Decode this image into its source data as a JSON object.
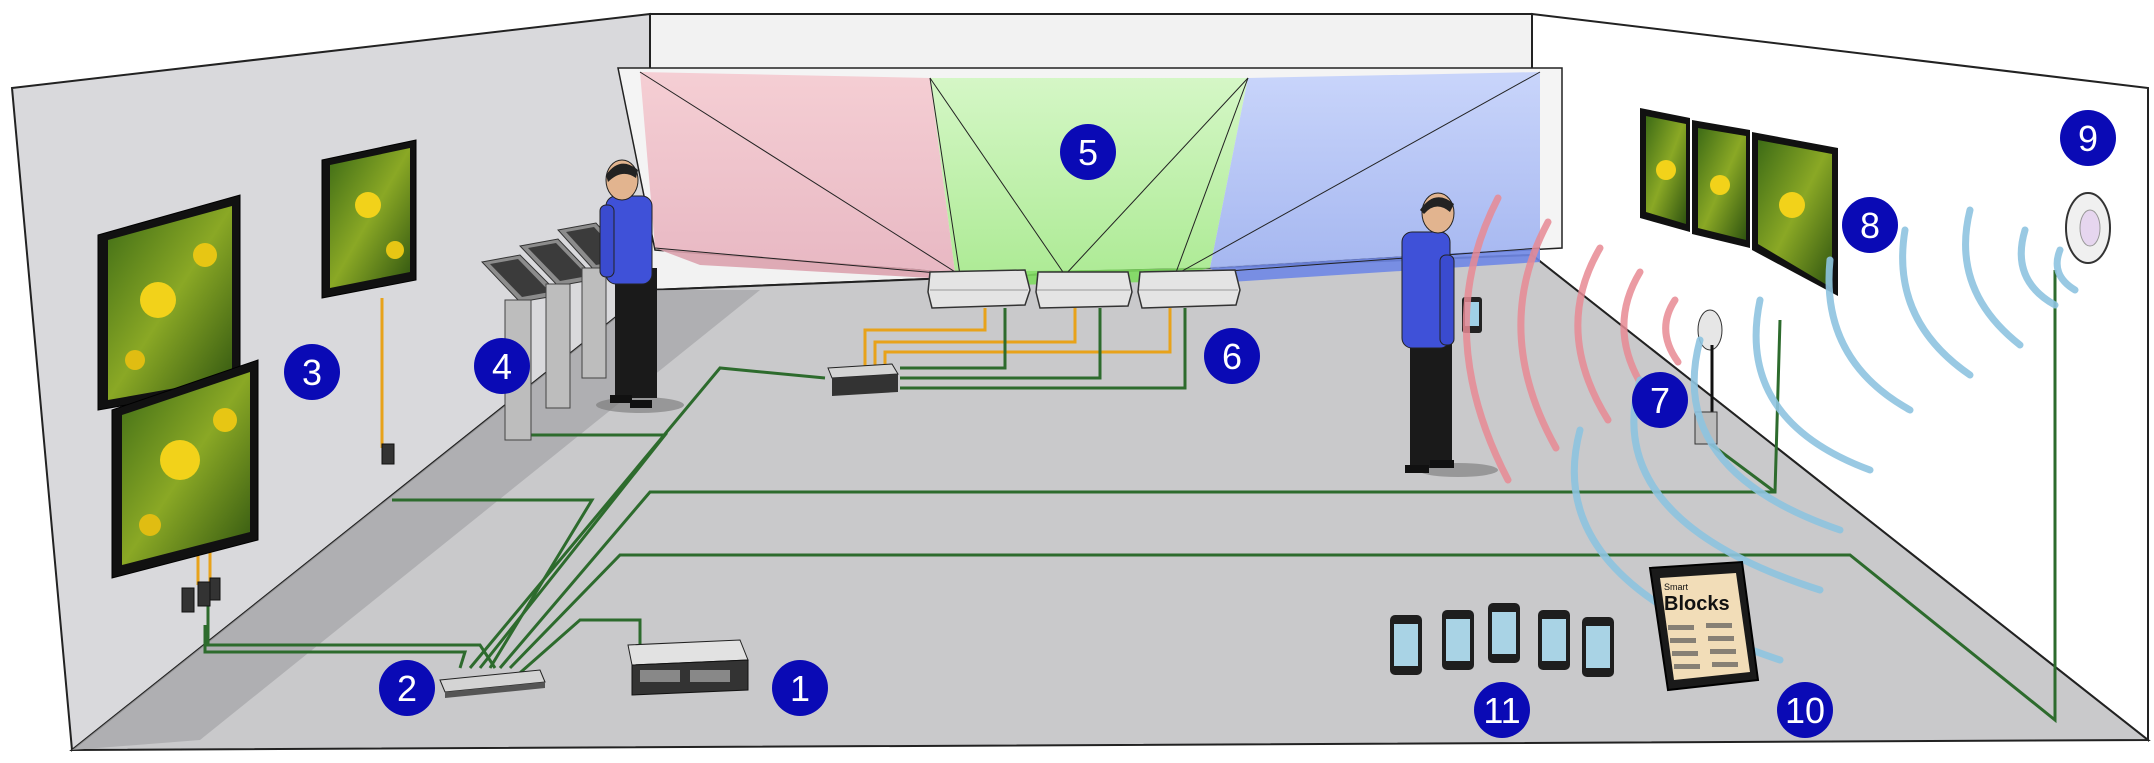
{
  "badges": {
    "b1": "1",
    "b2": "2",
    "b3": "3",
    "b4": "4",
    "b5": "5",
    "b6": "6",
    "b7": "7",
    "b8": "8",
    "b9": "9",
    "b10": "10",
    "b11": "11"
  },
  "tablet": {
    "small_title": "Smart",
    "title": "Blocks"
  },
  "colors": {
    "badge": "#0a0ab5",
    "network_cable": "#2d6b2d",
    "video_cable": "#e8a21a",
    "beacon_red": "#e88a94",
    "wifi_blue": "#8ec4e0",
    "shirt": "#3f51d8",
    "proj_red": "#f3c6cc",
    "proj_green": "#c7f2b5",
    "proj_blue": "#b9c8f7"
  }
}
